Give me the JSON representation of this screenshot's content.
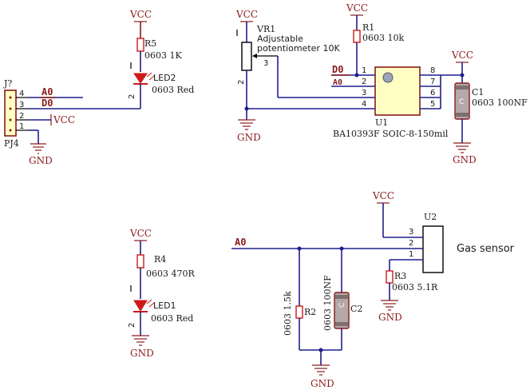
{
  "power": {
    "vcc": "VCC",
    "gnd": "GND"
  },
  "nets": {
    "a0": "A0",
    "d0": "D0"
  },
  "connector": {
    "ref": "J?",
    "name": "PJ4",
    "pins": [
      "4",
      "3",
      "2",
      "1"
    ]
  },
  "led2": {
    "ref": "LED2",
    "value": "0603 Red"
  },
  "r5": {
    "ref": "R5",
    "value": "0603 1K"
  },
  "vr1": {
    "ref": "VR1",
    "value_line1": "Adjustable",
    "value_line2": "potentiometer 10K",
    "wiper_pin": "3",
    "end_pin": "2"
  },
  "r1": {
    "ref": "R1",
    "value": "0603 10k"
  },
  "u1": {
    "ref": "U1",
    "value": "BA10393F SOIC-8-150mil",
    "left_pins": [
      "1",
      "2",
      "3",
      "4"
    ],
    "right_pins": [
      "8",
      "7",
      "6",
      "5"
    ]
  },
  "c1": {
    "ref": "C1",
    "value": "0603 100NF",
    "symbol": "C"
  },
  "r4": {
    "ref": "R4",
    "value": "0603 470R"
  },
  "led1": {
    "ref": "LED1",
    "value": "0603  Red"
  },
  "r2": {
    "ref": "R2",
    "value": "0603 1.5k"
  },
  "c2": {
    "ref": "C2",
    "value": "0603 100NF",
    "symbol": "C"
  },
  "r3": {
    "ref": "R3",
    "value": "0603 5.1R"
  },
  "u2": {
    "ref": "U2",
    "value": "Gas sensor",
    "pins": [
      "3",
      "2",
      "1"
    ]
  },
  "diode_pins": {
    "anode": "1",
    "cathode": "2"
  }
}
